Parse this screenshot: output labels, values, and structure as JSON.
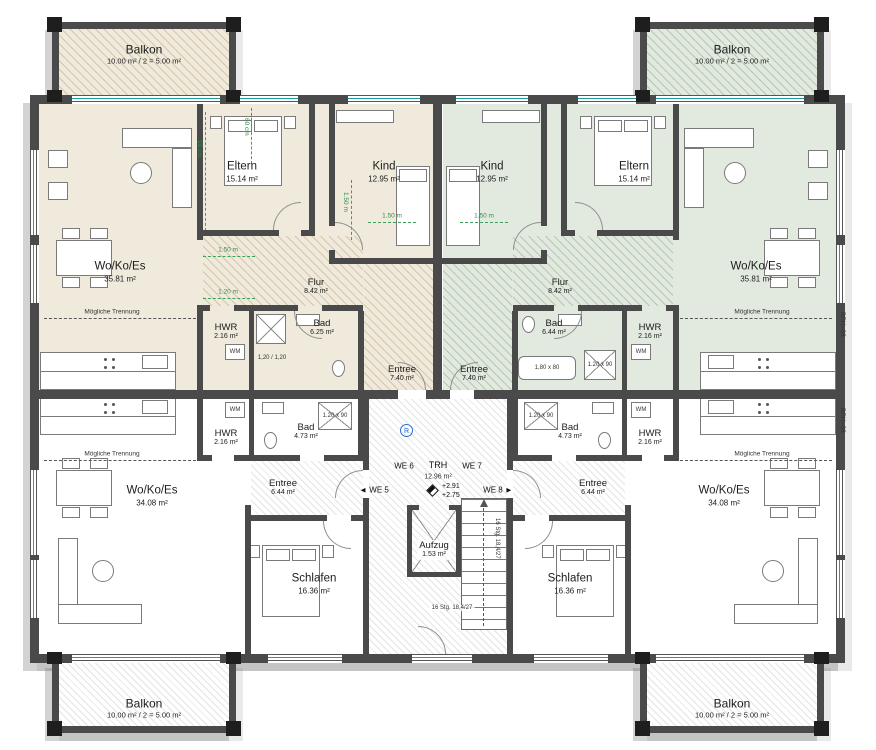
{
  "balcony": {
    "label": "Balkon",
    "area": "10.00 m² / 2 = 5.00 m²"
  },
  "rooms": {
    "wohnen_top": {
      "label": "Wo/Ko/Es",
      "area": "35.81 m²"
    },
    "wohnen_bottom": {
      "label": "Wo/Ko/Es",
      "area": "34.08 m²"
    },
    "eltern": {
      "label": "Eltern",
      "area": "15.14 m²"
    },
    "kind": {
      "label": "Kind",
      "area": "12.95 m²"
    },
    "flur": {
      "label": "Flur",
      "area": "8.42 m²"
    },
    "hwr": {
      "label": "HWR",
      "area": "2.16 m²"
    },
    "bad_left": {
      "label": "Bad",
      "area": "6.25 m²"
    },
    "bad_right": {
      "label": "Bad",
      "area": "6.44 m²"
    },
    "bad_bottom": {
      "label": "Bad",
      "area": "4.73 m²"
    },
    "entree_top": {
      "label": "Entree",
      "area": "7.40 m²"
    },
    "entree_bottom": {
      "label": "Entree",
      "area": "6.44 m²"
    },
    "schlafen": {
      "label": "Schlafen",
      "area": "16.36 m²"
    },
    "trh": {
      "label": "TRH",
      "area": "12.96 m²"
    },
    "aufzug": {
      "label": "Aufzug",
      "area": "1.53 m²"
    }
  },
  "units": {
    "we5": "◄ WE 5",
    "we6": "WE 6",
    "we7": "WE 7",
    "we8": "WE 8 ►"
  },
  "levels": {
    "upper": "+2.91",
    "lower": "+2.75"
  },
  "notes": {
    "trennung": "Mögliche Trennung",
    "stairs": "16 Stg. 18,4/27",
    "brh": "BRH=88",
    "wm": "WM",
    "smoke": "R"
  },
  "dims": {
    "d150": "1.50 m",
    "d120": "1.20 m",
    "d90": "90 cm",
    "d60": "60 cm",
    "shower": "1.20 x 90",
    "shower_sq": "1,20 / 1,20",
    "tub": "1,80 x 80"
  }
}
